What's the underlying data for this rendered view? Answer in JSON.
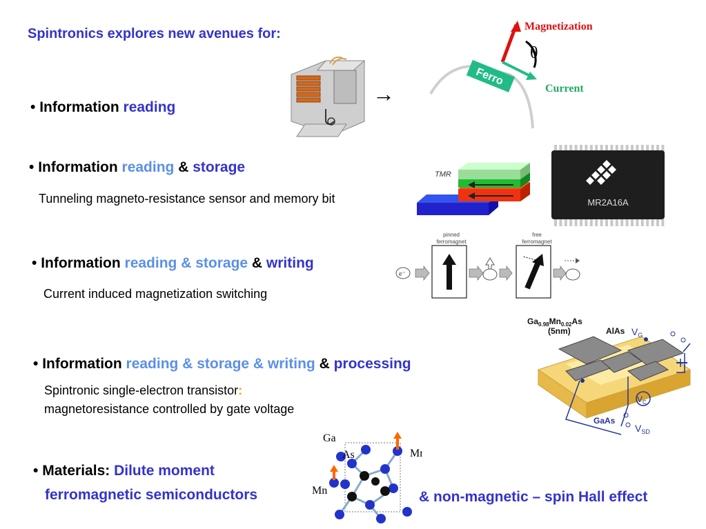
{
  "title": "Spintronics explores new avenues for:",
  "bullets": {
    "b1": {
      "dot": "•",
      "prefix": "Information ",
      "reading": "reading"
    },
    "b2": {
      "dot": "•",
      "prefix": "Information ",
      "reading": "reading",
      "amp": " & ",
      "storage": "storage",
      "sub": "Tunneling magneto-resistance sensor and memory bit"
    },
    "b3": {
      "dot": "•",
      "prefix": "Information ",
      "rs": "reading & storage",
      "amp": " & ",
      "writing": "writing",
      "sub": "Current induced magnetization switching"
    },
    "b4": {
      "dot": "•",
      "prefix": "Information ",
      "rsw": "reading & storage & writing",
      "amp": " & ",
      "processing": "processing",
      "sub1": "Spintronic single-electron transistor",
      "sub1_colon": ":",
      "sub2": "magnetoresistance controlled by gate voltage"
    },
    "b5": {
      "dot": "•",
      "prefix": "Materials: ",
      "line1": "Dilute moment",
      "line2": "ferromagnetic semiconductors",
      "spin_hall": "& non-magnetic – spin Hall effect"
    }
  },
  "figures": {
    "arrow": "→",
    "magnetization": "Magnetization",
    "theta": "θ",
    "ferro": "Ferro",
    "current": "Current",
    "tmr": "TMR",
    "chip": "MR2A16A",
    "pinned1": "pinned",
    "pinned2": "ferromagnet",
    "free1": "free",
    "free2": "ferromagnet",
    "electron": "e⁻",
    "gamn": "Ga",
    "gamn_sub1": "0.98",
    "gamn_mn": "Mn",
    "gamn_sub2": "0.02",
    "gamn_as": "As",
    "fivenm": "(5nm)",
    "alas": "AlAs",
    "vg": "V",
    "vg_sub": "G",
    "vc": "V",
    "vc_sub": "C",
    "gaas": "GaAs",
    "vsd": "V",
    "vsd_sub": "SD",
    "ga": "Ga",
    "as": "As",
    "mn_right": "Mn",
    "mn_left": "Mn"
  },
  "colors": {
    "title_blue": "#3333cc",
    "light_blue": "#5b8fe8",
    "ferro_green": "#22bb88",
    "magnet_red": "#dd1111"
  }
}
